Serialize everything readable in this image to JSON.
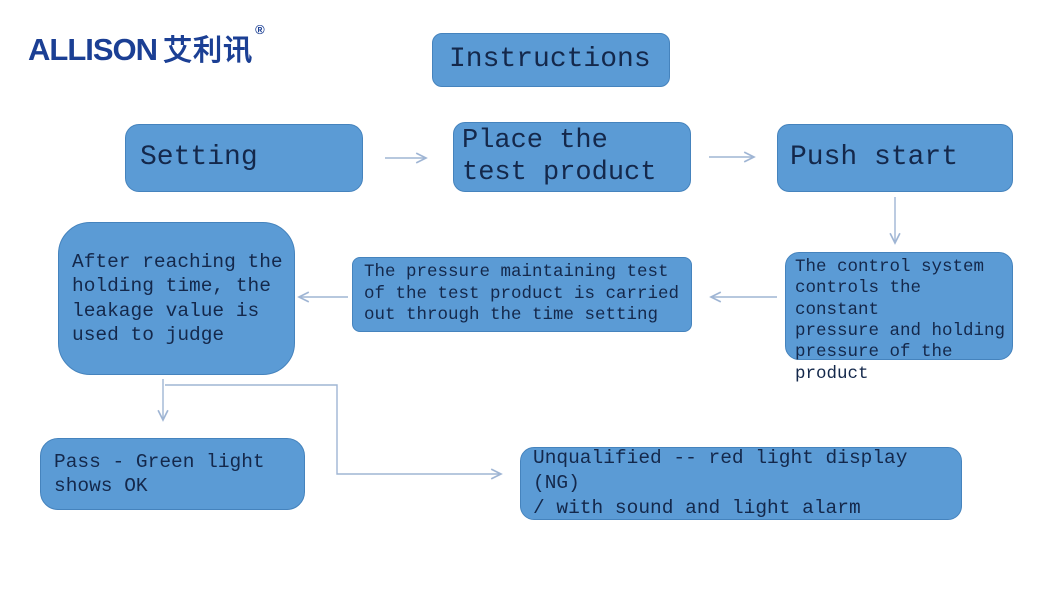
{
  "logo": {
    "brand": "ALLISON",
    "brand_cn": "艾利讯",
    "registered_mark": "®"
  },
  "colors": {
    "box_fill": "#5b9bd5",
    "box_border": "#4583bd",
    "box_text": "#14284b",
    "arrow": "#9fb5d4",
    "logo_text": "#1b3f94",
    "background": "#ffffff"
  },
  "nodes": {
    "title": {
      "text": "Instructions"
    },
    "setting": {
      "text": "Setting"
    },
    "place": {
      "text": "Place the\ntest product"
    },
    "push": {
      "text": "Push start"
    },
    "control": {
      "text": "The control system\ncontrols the constant\npressure and holding\npressure of the\nproduct"
    },
    "pressure": {
      "text": "The pressure maintaining test\nof the test product is carried\nout through the time setting"
    },
    "after": {
      "text": "After reaching the\nholding time, the\nleakage value is\nused to judge"
    },
    "pass": {
      "text": "Pass - Green light\nshows OK"
    },
    "unqualified": {
      "text": "Unqualified -- red light display (NG)\n/ with sound and light alarm"
    }
  },
  "flow": {
    "edges": [
      "setting -> place",
      "place -> push",
      "push -> control",
      "control -> pressure",
      "pressure -> after",
      "after -> pass",
      "after -> unqualified"
    ]
  }
}
